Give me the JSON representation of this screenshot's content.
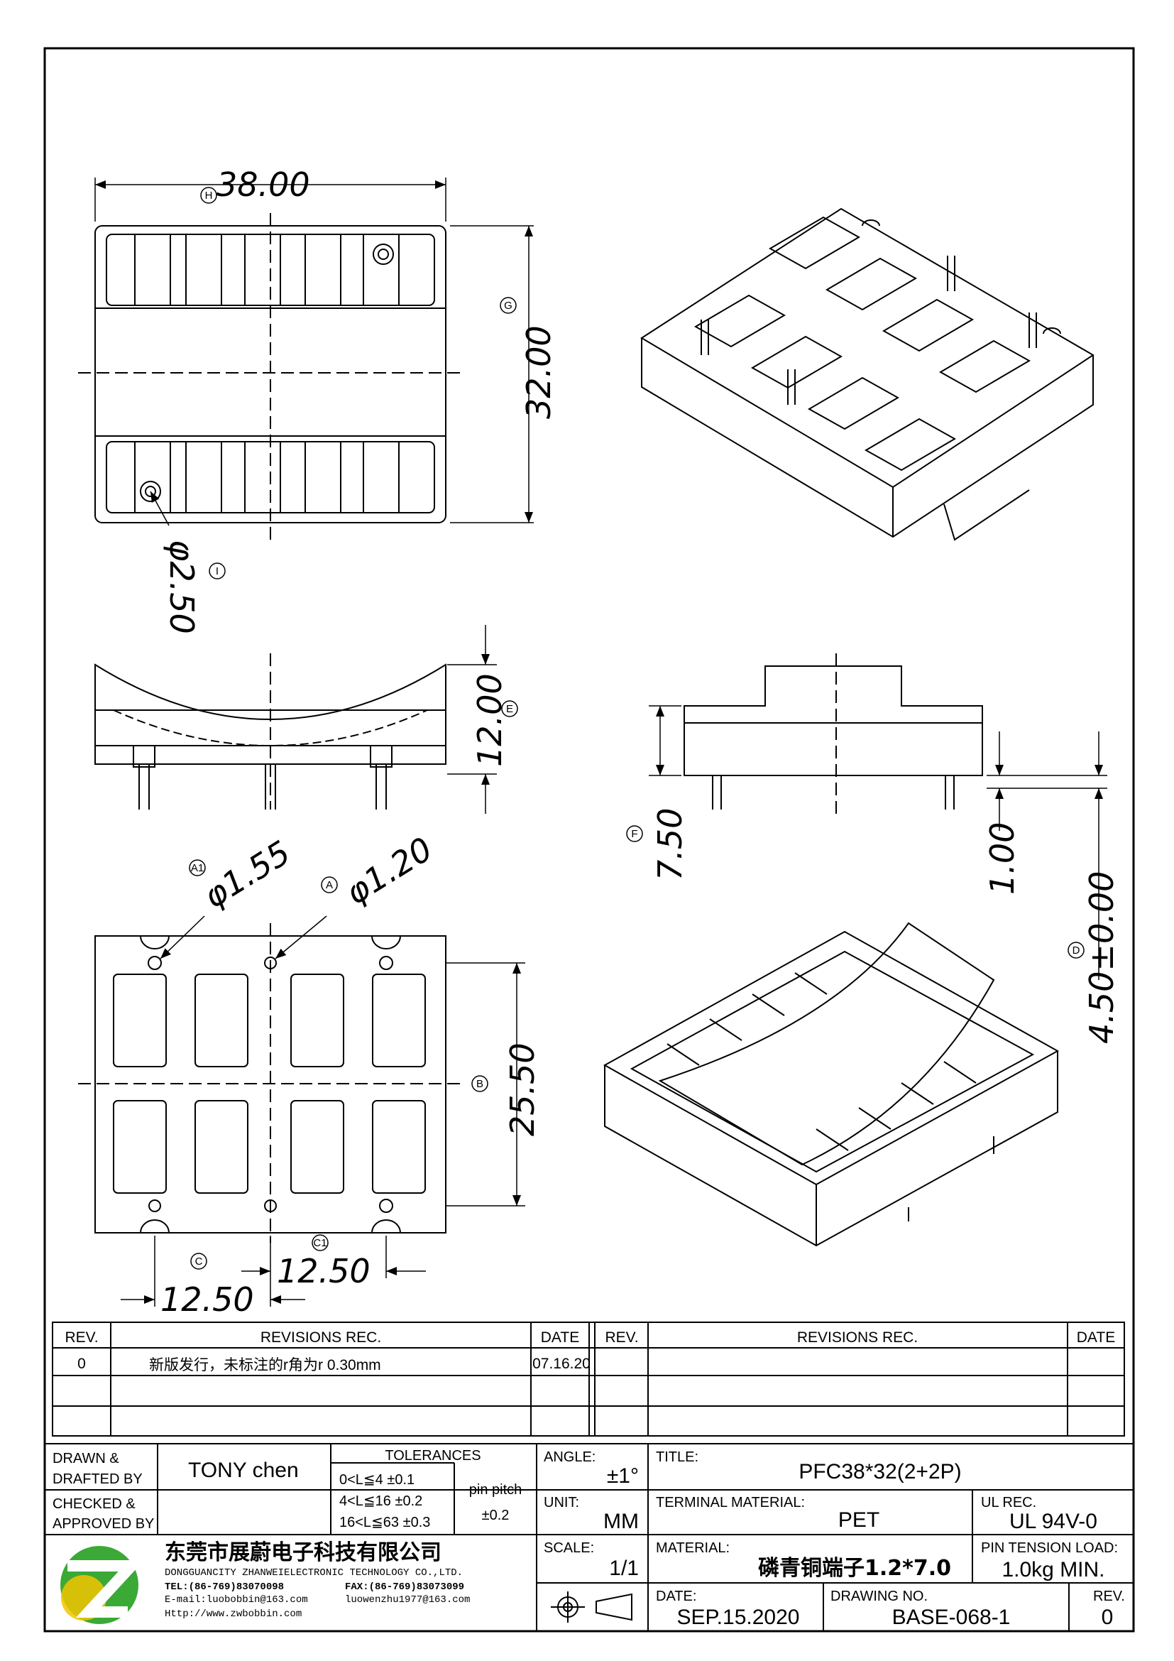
{
  "dimensions": {
    "width_top": "38.00",
    "depth_top": "32.00",
    "hole_dia": "φ2.50",
    "height_front": "12.00",
    "side_height": "7.50",
    "pin_step": "1.00",
    "pin_len": "4.50±0.00",
    "hole_a1": "φ1.55",
    "hole_a": "φ1.20",
    "span_b": "25.50",
    "pitch_c1": "12.50",
    "pitch_c": "12.50"
  },
  "markers": {
    "h": "H",
    "g": "G",
    "i": "I",
    "e": "E",
    "f": "F",
    "d": "D",
    "a1": "A1",
    "a": "A",
    "b": "B",
    "c1": "C1",
    "c": "C"
  },
  "revisions": {
    "headers": {
      "rev": "REV.",
      "rec": "REVISIONS   REC.",
      "date": "DATE"
    },
    "rows": [
      {
        "rev": "0",
        "text": "新版发行，未标注的r角为r 0.30mm",
        "date": "'07.16.20"
      }
    ]
  },
  "title_block": {
    "drawn_label_1": "DRAWN &",
    "drawn_label_2": "DRAFTED BY",
    "drawn_value": "TONY  chen",
    "checked_label_1": "CHECKED &",
    "checked_label_2": "APPROVED BY",
    "tolerances_label": "TOLERANCES",
    "tol_1": "0<L≦4    ±0.1",
    "tol_2": "4<L≦16  ±0.2",
    "tol_3": "16<L≦63  ±0.3",
    "pin_pitch_label": "pin pitch",
    "pin_pitch_value": "±0.2",
    "angle_label": "ANGLE:",
    "angle_value": "±1°",
    "unit_label": "UNIT:",
    "unit_value": "MM",
    "scale_label": "SCALE:",
    "scale_value": "1/1",
    "title_label": "TITLE:",
    "title_value": "PFC38*32(2+2P)",
    "terminal_label": "TERMINAL  MATERIAL:",
    "terminal_value": "PET",
    "ul_label": "UL  REC.",
    "ul_value": "UL  94V-0",
    "material_label": "MATERIAL:",
    "material_value": "磷青铜端子1.2*7.0",
    "pin_tension_label": "PIN  TENSION  LOAD:",
    "pin_tension_value": "1.0kg  MIN.",
    "date_label": "DATE:",
    "date_value": "SEP.15.2020",
    "drawing_label": "DRAWING  NO.",
    "drawing_value": "BASE-068-1",
    "rev_label": "REV.",
    "rev_value": "0"
  },
  "company": {
    "name_cn": "东莞市展蔚电子科技有限公司",
    "name_en": "DONGGUANCITY  ZHANWEIELECTRONIC  TECHNOLOGY  CO.,LTD.",
    "tel": "TEL:(86-769)83070098",
    "fax": "FAX:(86-769)83073099",
    "email": "E-mail:luobobbin@163.com",
    "email2": "luowenzhu1977@163.com",
    "web": "Http://www.zwbobbin.com"
  },
  "colors": {
    "logo_green": "#3aa935",
    "logo_yellow": "#f2c500",
    "line": "#000000"
  }
}
